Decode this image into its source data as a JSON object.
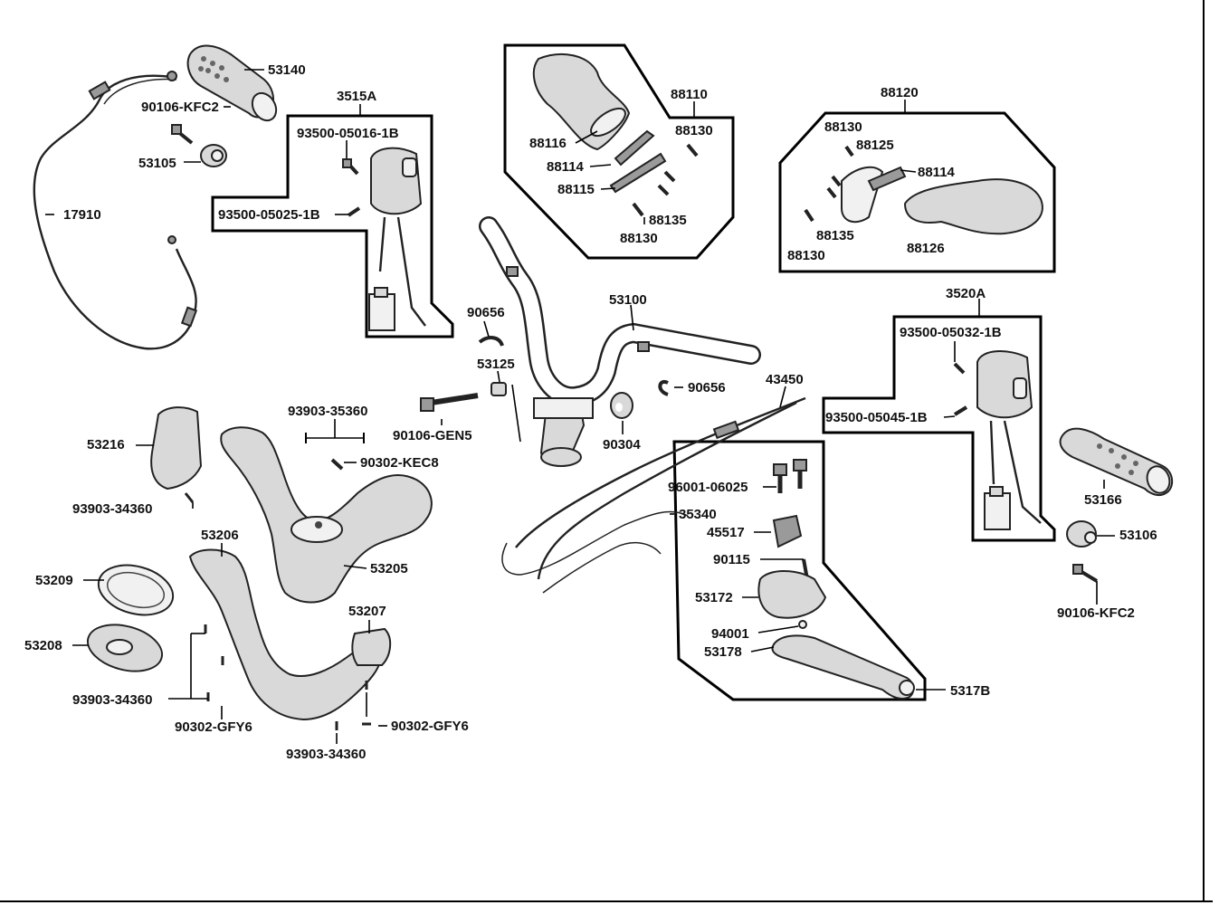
{
  "labels": {
    "l53140": "53140",
    "l90106_kfc2_left": "90106-KFC2",
    "l53105": "53105",
    "l17910": "17910",
    "l3515A": "3515A",
    "l93500_05016_1B": "93500-05016-1B",
    "l93500_05025_1B": "93500-05025-1B",
    "l88110": "88110",
    "l88130_a": "88130",
    "l88116": "88116",
    "l88114_a": "88114",
    "l88115": "88115",
    "l88135_a": "88135",
    "l88130_b": "88130",
    "l88120": "88120",
    "l88130_c": "88130",
    "l88125": "88125",
    "l88114_b": "88114",
    "l88135_b": "88135",
    "l88126": "88126",
    "l88130_d": "88130",
    "l90656_a": "90656",
    "l53100": "53100",
    "l53125": "53125",
    "l90106_gen5": "90106-GEN5",
    "l90304": "90304",
    "l90656_b": "90656",
    "l43450": "43450",
    "l3520A": "3520A",
    "l93500_05032_1B": "93500-05032-1B",
    "l93500_05045_1B": "93500-05045-1B",
    "l53166": "53166",
    "l53106": "53106",
    "l90106_kfc2_right": "90106-KFC2",
    "l53216": "53216",
    "l93903_35360": "93903-35360",
    "l90302_kec8": "90302-KEC8",
    "l93903_34360_a": "93903-34360",
    "l53206": "53206",
    "l53205": "53205",
    "l53209": "53209",
    "l53208": "53208",
    "l53207": "53207",
    "l93903_34360_b": "93903-34360",
    "l90302_gfy6_a": "90302-GFY6",
    "l90302_gfy6_b": "90302-GFY6",
    "l93903_34360_c": "93903-34360",
    "l96001_06025": "96001-06025",
    "l35340": "35340",
    "l45517": "45517",
    "l90115": "90115",
    "l53172": "53172",
    "l94001": "94001",
    "l53178": "53178",
    "l5317B": "5317B"
  }
}
